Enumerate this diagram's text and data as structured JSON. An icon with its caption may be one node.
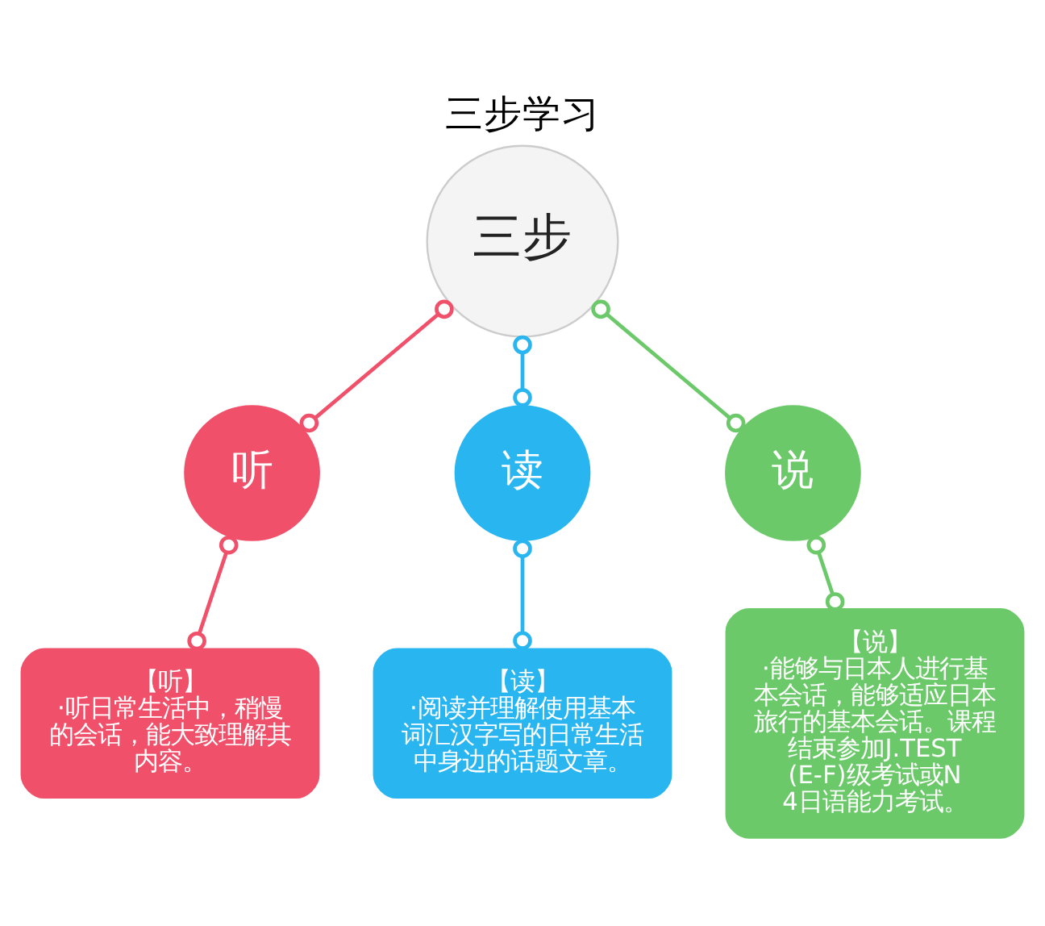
{
  "diagram": {
    "title": "三步学习",
    "nodes": [
      {
        "text": [
          "三步"
        ]
      },
      {
        "text": [
          "听"
        ]
      },
      {
        "text": [
          "读"
        ]
      },
      {
        "text": [
          "说"
        ]
      },
      {
        "text": [
          "【听】",
          "·听日常生活中，稍慢的会话，能大致理解其内容。"
        ]
      },
      {
        "text": [
          "【读】",
          "·阅读并理解使用基本词汇汉字写的日常生活中身边的话题文章。"
        ]
      },
      {
        "text": [
          "【说】",
          "·能够与日本人进行基本会话，能够适应日本旅行的基本会话。课程结束参加J.TEST(E-F)级考试或N4日语能力考试。"
        ]
      }
    ],
    "edges": [
      {
        "from": 0,
        "to": 1,
        "arrow": "other",
        "color": "#f0506a"
      },
      {
        "from": 0,
        "to": 2,
        "arrow": "other",
        "color": "#29b6f0"
      },
      {
        "from": 0,
        "to": 3,
        "arrow": "other",
        "color": "#6cc96a"
      },
      {
        "from": 1,
        "to": 4,
        "arrow": "other",
        "color": "#f0506a"
      },
      {
        "from": 2,
        "to": 5,
        "arrow": "other",
        "color": "#29b6f0"
      },
      {
        "from": 3,
        "to": 6,
        "arrow": "other",
        "color": "#6cc96a"
      }
    ]
  }
}
